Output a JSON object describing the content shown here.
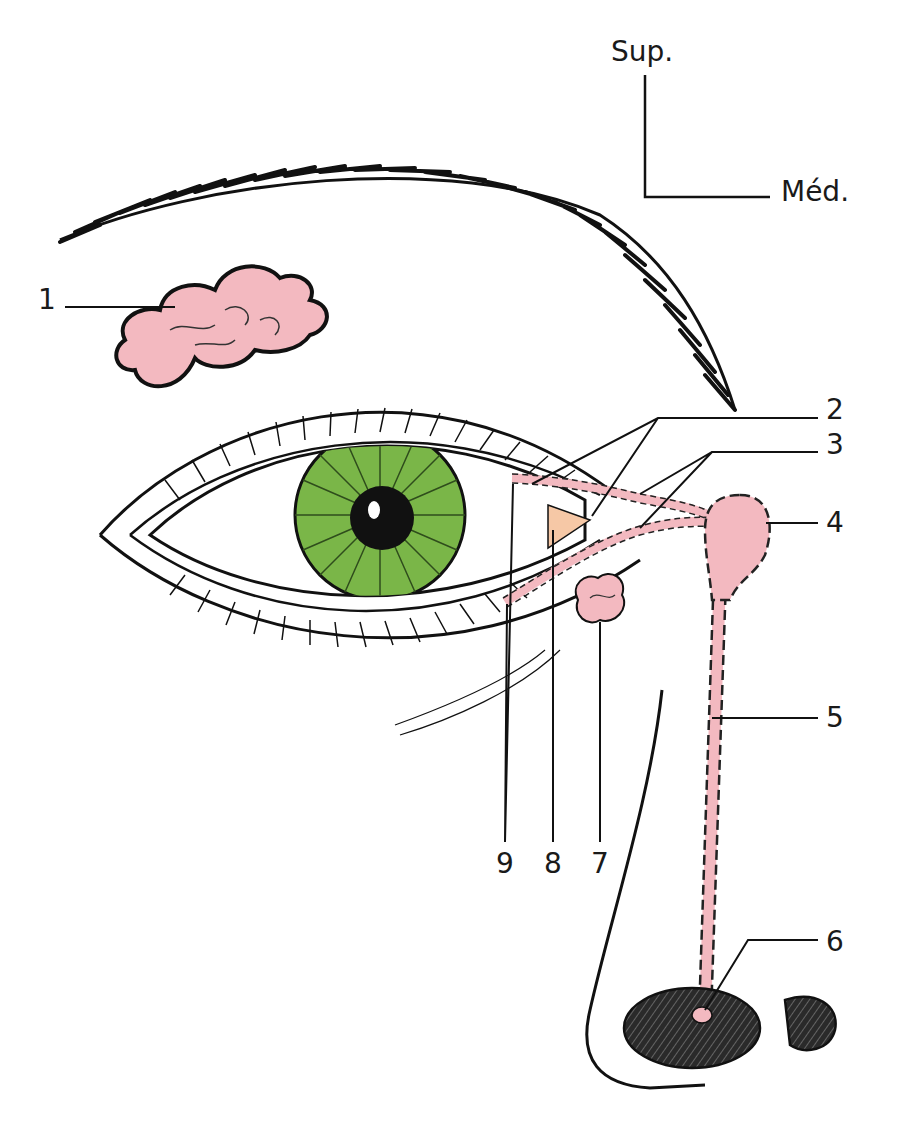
{
  "diagram": {
    "labels": [
      "Sup.",
      "Méd.",
      "1",
      "2",
      "3",
      "4",
      "5",
      "6",
      "7",
      "8",
      "9"
    ]
  }
}
